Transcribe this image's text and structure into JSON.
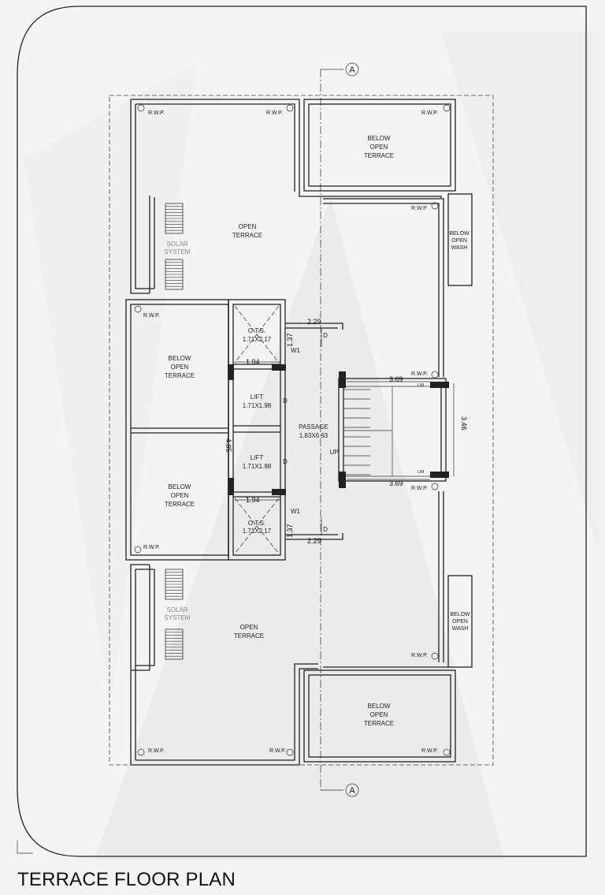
{
  "drawing": {
    "title": "TERRACE FLOOR PLAN",
    "section_marker": "A",
    "rooms": {
      "open_terrace": [
        "OPEN",
        "TERRACE"
      ],
      "below_open_terrace": [
        "BELOW",
        "OPEN",
        "TERRACE"
      ],
      "below_open_wash": [
        "BELOW",
        "OPEN",
        "WASH"
      ],
      "solar": [
        "SOLAR",
        "SYSTEM"
      ],
      "ots": "O.T.S.",
      "ots_size": "1.71X2.17",
      "lift": "LIFT",
      "lift_size": "1.71X1.98",
      "passage": "PASSAGE",
      "passage_size": "1.83X6.93"
    },
    "labels": {
      "rwp": "R.W.P.",
      "door": "D",
      "window": "W1",
      "up": "UP",
      "lift_tag": "L/M"
    },
    "dimensions": {
      "d_229": "2.29",
      "d_194": "1.94",
      "d_137": "1.37",
      "d_485": "4.85",
      "d_369": "3.69",
      "d_346": "3.46"
    }
  }
}
